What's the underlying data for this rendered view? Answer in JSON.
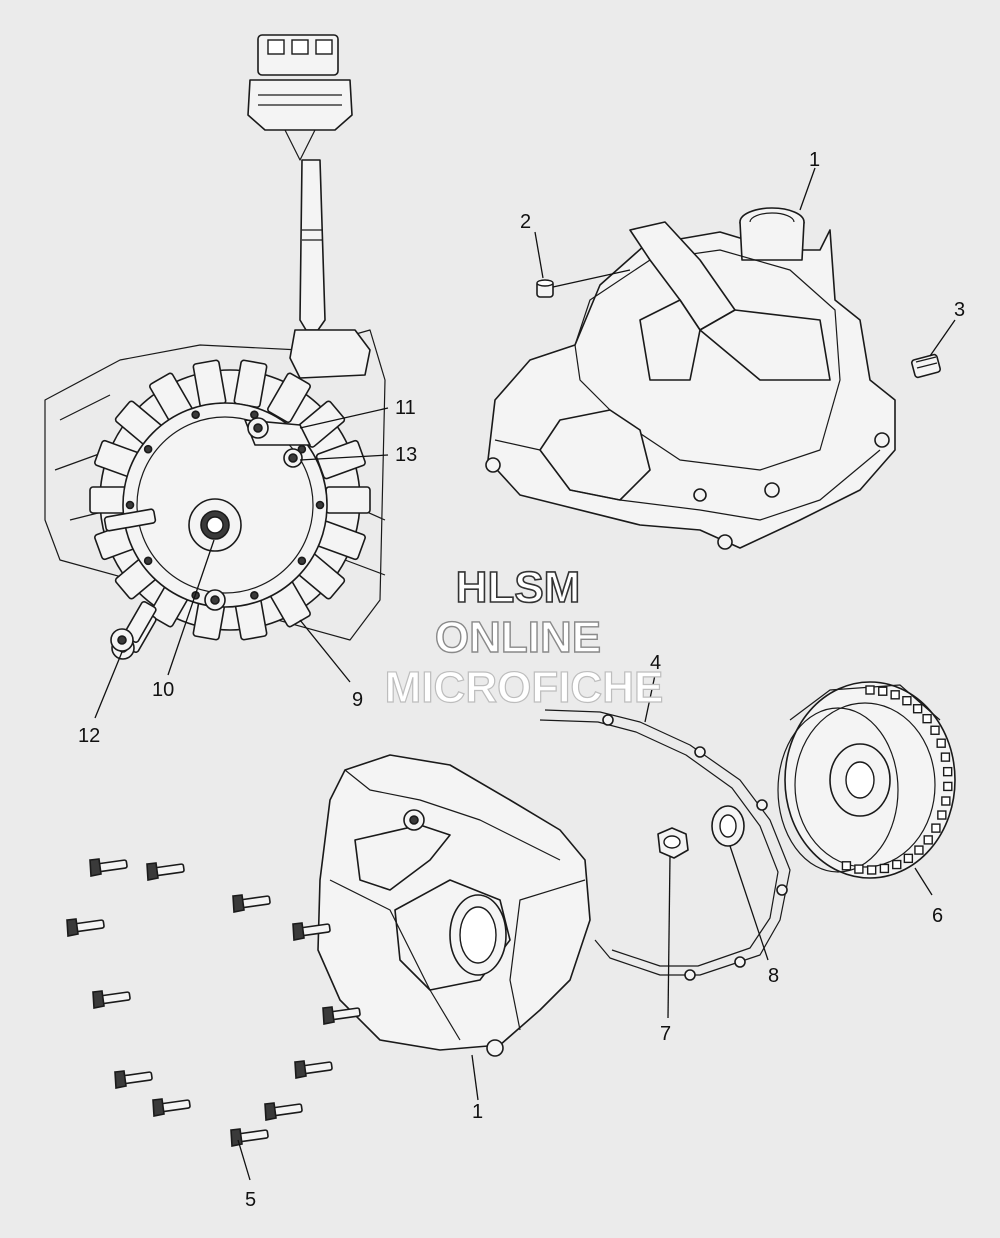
{
  "watermark": {
    "line1": "HLSM",
    "line2": "ONLINE",
    "line3": "MICROFICHE"
  },
  "callouts": {
    "c1_top": "1",
    "c2": "2",
    "c3": "3",
    "c11": "11",
    "c13": "13",
    "c10": "10",
    "c9": "9",
    "c12": "12",
    "c4": "4",
    "c6": "6",
    "c8": "8",
    "c7": "7",
    "c1_bottom": "1",
    "c5": "5"
  }
}
